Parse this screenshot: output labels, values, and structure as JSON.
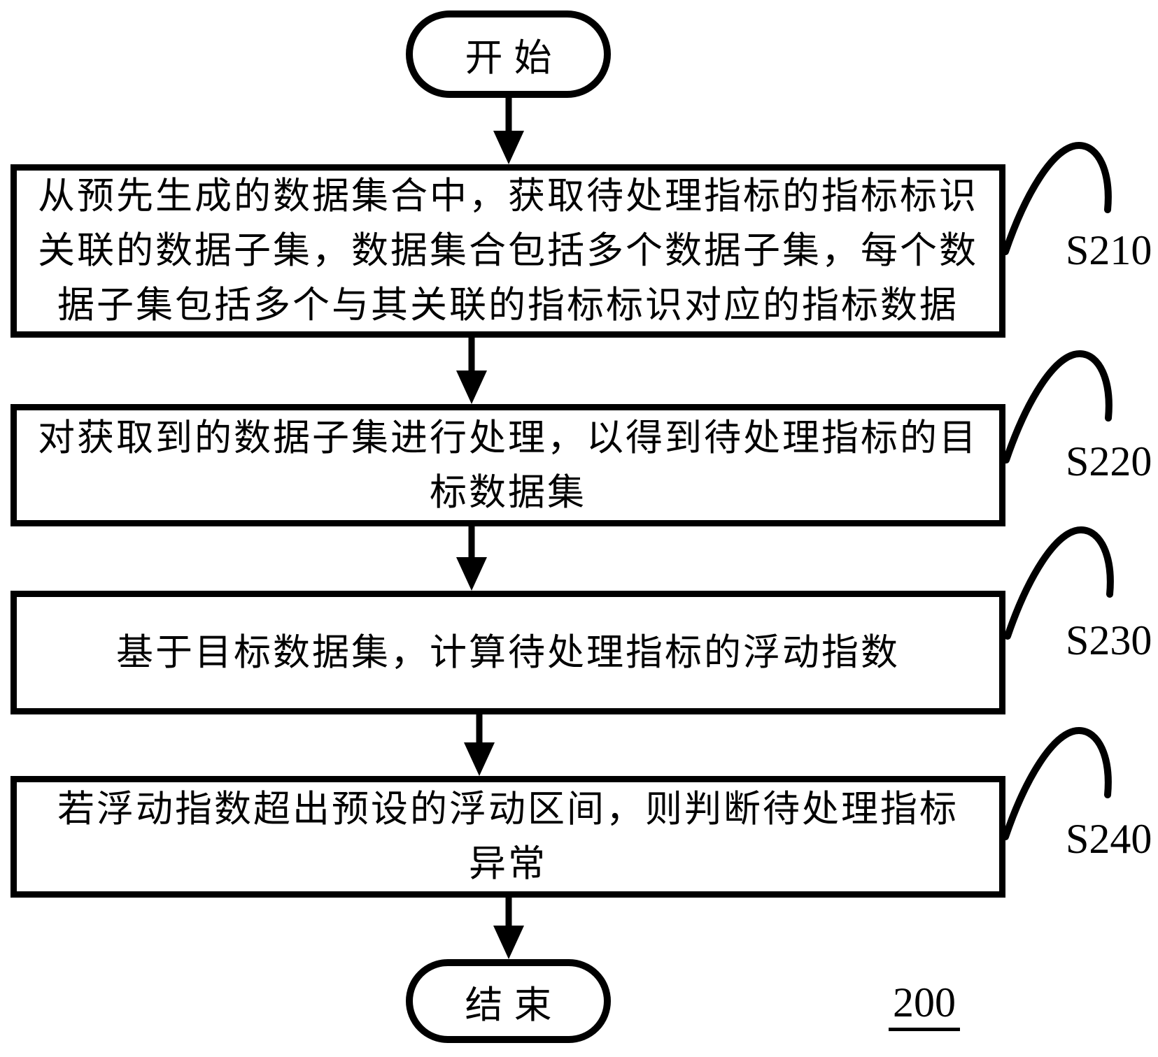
{
  "diagram": {
    "figure_number": "200",
    "terminals": {
      "start": "开始",
      "end": "结束"
    },
    "steps": [
      {
        "id": "S210",
        "lines": [
          "从预先生成的数据集合中，获取待处理指标的指标标识",
          "关联的数据子集，数据集合包括多个数据子集，每个数",
          "据子集包括多个与其关联的指标标识对应的指标数据"
        ]
      },
      {
        "id": "S220",
        "lines": [
          "对获取到的数据子集进行处理，以得到待处理指标的目",
          "标数据集"
        ]
      },
      {
        "id": "S230",
        "lines": [
          "基于目标数据集，计算待处理指标的浮动指数"
        ]
      },
      {
        "id": "S240",
        "lines": [
          "若浮动指数超出预设的浮动区间，则判断待处理指标",
          "异常"
        ]
      }
    ]
  }
}
